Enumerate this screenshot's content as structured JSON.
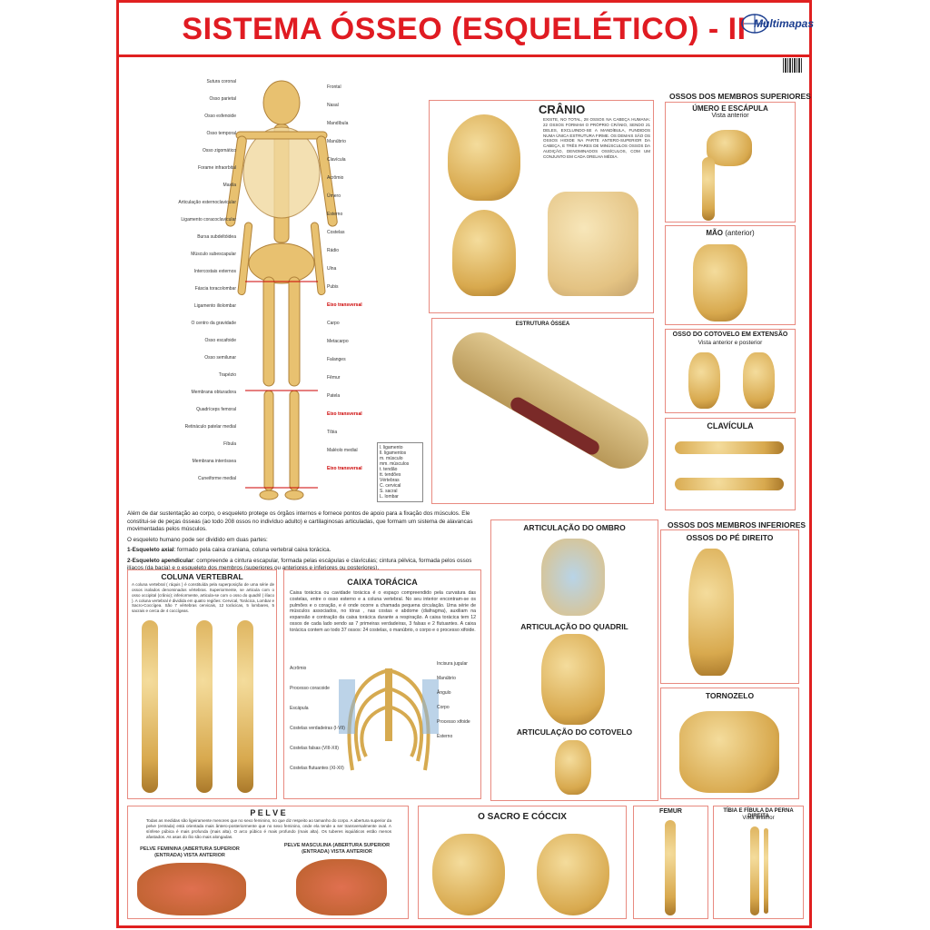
{
  "title": "SISTEMA ÓSSEO (ESQUELÉTICO) - II",
  "logo": "Multimapas",
  "skeleton": {
    "labels_left": [
      "Sutura coronal",
      "Osso parietal",
      "Osso esfenoide",
      "Osso temporal",
      "Osso zigomático",
      "Forame infraorbital",
      "Maxila",
      "Articulação esternoclavicular",
      "Ligamento coracoclavicular",
      "Bursa subdeltóidea",
      "Músculo subescapular",
      "Intercostais externos",
      "Fáscia toracolombar",
      "Ligamento iliolombar",
      "O centro da gravidade",
      "Osso escafoide",
      "Osso semilunar",
      "Trapézio",
      "Membrana obturadora",
      "Quadríceps femoral",
      "Retináculo patelar medial",
      "Fíbula",
      "Membrana interóssea",
      "Cuneiforme medial"
    ],
    "labels_right": [
      "Frontal",
      "Nasal",
      "Mandíbula",
      "Manúbrio",
      "Clavícula",
      "Acrômio",
      "Úmero",
      "Esterno",
      "Costelas",
      "Rádio",
      "Ulna",
      "Pubis",
      "Eixo transversal",
      "Carpo",
      "Metacarpo",
      "Falanges",
      "Fêmur",
      "Patela",
      "Eixo transversal",
      "Tíbia",
      "Maléolo medial",
      "Eixo transversal"
    ],
    "legend": [
      "l. ligamento",
      "ll. ligamentos",
      "m. músculo",
      "mm. músculos",
      "t. tendão",
      "tt. tendões",
      "Vértebras",
      "C. cervical",
      "S. sacral",
      "L. lombar"
    ]
  },
  "intro": {
    "p1": "Além de dar sustentação ao corpo, o esqueleto protege os órgãos internos e fornece pontos de apoio para a fixação dos músculos. Ele constitui-se de peças ósseas (ao todo 208 ossos no indivíduo adulto) e cartilaginosas articuladas, que formam um sistema de alavancas movimentadas pelos músculos.",
    "p2": "O esqueleto humano pode ser dividido em duas partes:",
    "p3_bold": "1-Esqueleto axial",
    "p3": ": formado pela caixa craniana, coluna vertebral caixa torácica.",
    "p4_bold": "2-Esqueleto apendicular",
    "p4": ": compreende a cintura escapular, formada pelas escápulas e clavículas; cintura pélvica, formada pelos ossos ilíacos (da bacia) e o esqueleto dos membros (superiores ou anteriores e inferiores ou posteriores)."
  },
  "cranio": {
    "title": "CRÂNIO",
    "text": "EXISTE, NO TOTAL, 28 OSSOS NA CABEÇA HUMANA: 22 OSSOS FORMAM O PRÓPRIO CRÂNIO, SENDO 21 DELES, EXCLUINDO-SE A MANDÍBULA, FUNDIDOS NUMA ÚNICA ESTRUTURA FIRME. OS DEMAIS SÃO OS OSSOS HIOIDE NA PARTE ANTERO-SUPERIOR DA CABEÇA, E TRÊS PARES DE MINÚSCULOS OSSOS DA AUDIÇÃO, DENOMINADOS OSSÍCULOS, COM UM CONJUNTO EM CADA ORELHA MÉDIA."
  },
  "estrutura": {
    "title": "ESTRUTURA ÓSSEA"
  },
  "superiores": {
    "title": "OSSOS DOS MEMBROS SUPERIORES",
    "umero": "ÚMERO E ESCÁPULA",
    "umero_sub": "Vista anterior",
    "mao": "MÃO",
    "mao_sub": "(anterior)",
    "cotovelo": "OSSO DO COTOVELO EM EXTENSÃO",
    "cotovelo_sub": "Vista anterior e posterior",
    "clavicula": "CLAVÍCULA"
  },
  "articulacoes": {
    "ombro": "ARTICULAÇÃO DO OMBRO",
    "quadril": "ARTICULAÇÃO DO QUADRIL",
    "cotovelo": "ARTICULAÇÃO DO COTOVELO"
  },
  "inferiores": {
    "title": "OSSOS DOS MEMBROS INFERIORES",
    "pe": "OSSOS DO PÉ DIREITO",
    "tornozelo": "TORNOZELO"
  },
  "coluna": {
    "title": "COLUNA VERTEBRAL",
    "text": "A coluna vertebral ( ráquis ) é constituída pela superposição de uma série de ossos isolados denominados vértebras. Superiormente, se articula com o osso occipital (crânio); inferiormente, articula-se com o osso do quadril ( ilíaco ). A coluna vertebral é dividida em quatro regiões: Cervical, Torácica, Lombar e Sacro-Coccígea. São 7 vértebras cervicais, 12 torácicas, 5 lombares, 5 sacrais e cerca de 4 coccígeas."
  },
  "caixa": {
    "title": "CAIXA TORÁCICA",
    "text": "Caixa torácica ou cavidade torácica é o espaço compreendido pela curvatura das costelas, entre o osso esterno e a coluna vertebral. No seu interior encontram-se os pulmões e o coração, e é onde ocorre a chamada pequena circulação. Uma série de músculos associados, no tórax , nas costas e abdome (diafragma), auxiliam na expansão e contração da caixa torácica durante a respiração. A caixa torácica tem 12 ossos de cada lado sendo as 7 primeiras verdadeiras, 3 falsas e 2 flutuantes. A caixa torácica contem ao todo 37 ossos: 24 costelas, o manúbrio, o corpo e o processo xifoide.",
    "labels": [
      "Incisura jugular",
      "Manúbrio",
      "Ângulo",
      "Corpo",
      "Processo xifoide",
      "Esterno",
      "Acrômio",
      "Processo coracoide",
      "Escápula",
      "Costelas verdadeiras (I-VII)",
      "Costelas falsas (VIII-XII)",
      "Costelas flutuantes (XI-XII)"
    ]
  },
  "pelve": {
    "title": "P E L V E",
    "text": "Todas as medidas são ligeiramente menores que no sexo feminino, no que diz respeito ao tamanho do corpo. A abertura superior da pelve (entrada) está orientada mais ântero-posteriormente que no sexo feminino, onde ela tende a ser transversalmente oval. A sínfese púbica é mais profunda (mais alta). O arco púbico é mais profundo (mais alta). Os tuberes isquiáticos estão menos afastados. As asas do ílio são mais alongadas.",
    "feminina": "PELVE FEMININA (ABERTURA SUPERIOR (ENTRADA) VISTA ANTERIOR",
    "masculina": "PELVE MASCULINA (ABERTURA SUPERIOR (ENTRADA) VISTA ANTERIOR"
  },
  "sacro": {
    "title": "O SACRO E CÓCCIX"
  },
  "femur": {
    "title": "FEMUR"
  },
  "tibia": {
    "title": "TÍBIA E FÍBULA DA PERNA DIREITA",
    "sub": "Vista anterior"
  }
}
